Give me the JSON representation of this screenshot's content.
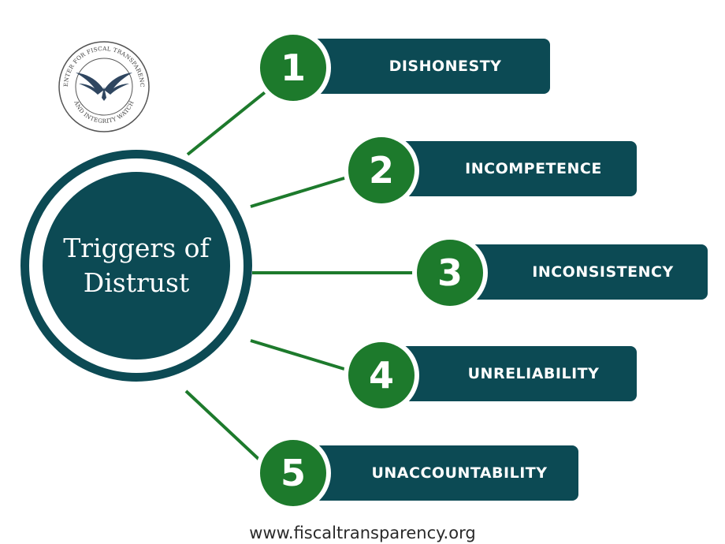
{
  "logo": {
    "top_text": "CENTER FOR FISCAL TRANSPARENCY",
    "bottom_text": "AND INTEGRITY WATCH",
    "icon": "winged-emblem-icon"
  },
  "hub": {
    "line1": "Triggers of",
    "line2": "Distrust"
  },
  "triggers": [
    {
      "number": "1",
      "label": "DISHONESTY"
    },
    {
      "number": "2",
      "label": "INCOMPETENCE"
    },
    {
      "number": "3",
      "label": "INCONSISTENCY"
    },
    {
      "number": "4",
      "label": "UNRELIABILITY"
    },
    {
      "number": "5",
      "label": "UNACCOUNTABILITY"
    }
  ],
  "footer": {
    "website": "www.fiscaltransparency.org"
  },
  "colors": {
    "primary": "#0c4a54",
    "accent": "#1d7a2c",
    "background": "#ffffff"
  }
}
